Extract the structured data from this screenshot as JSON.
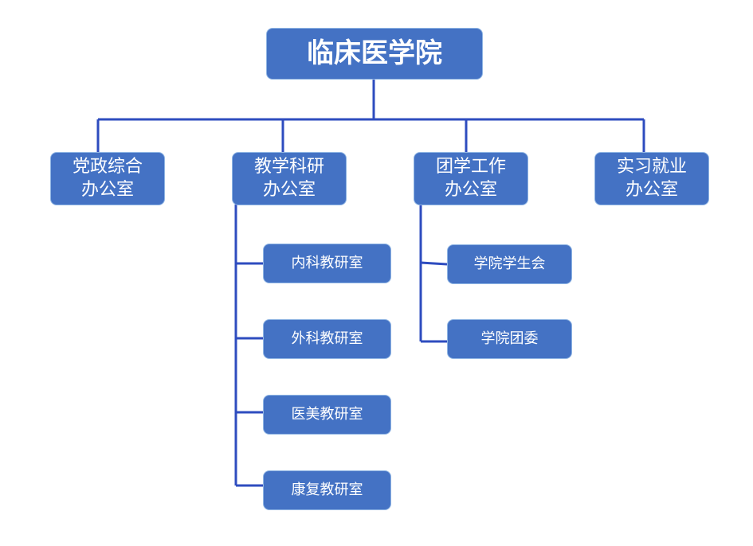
{
  "org": {
    "root": "临床医学院",
    "departments": [
      {
        "line1": "党政综合",
        "line2": "办公室"
      },
      {
        "line1": "教学科研",
        "line2": "办公室"
      },
      {
        "line1": "团学工作",
        "line2": "办公室"
      },
      {
        "line1": "实习就业",
        "line2": "办公室"
      }
    ],
    "teaching_units": [
      "内科教研室",
      "外科教研室",
      "医美教研室",
      "康复教研室"
    ],
    "student_units": [
      "学院学生会",
      "学院团委"
    ]
  },
  "colors": {
    "box_fill": "#4472c4",
    "box_border": "#8eb4e3",
    "connector": "#2e4cbf",
    "text": "#ffffff"
  }
}
